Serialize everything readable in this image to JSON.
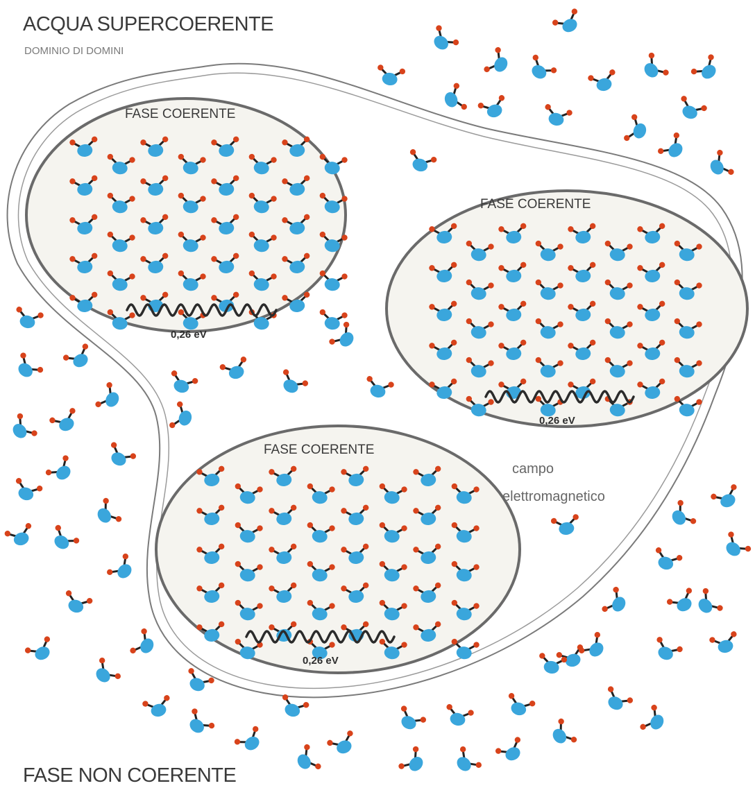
{
  "diagram": {
    "title": "ACQUA SUPERCOERENTE",
    "subtitle": "DOMINIO DI DOMINI",
    "domains": [
      {
        "label": "FASE COERENTE",
        "energy": "0,26 eV"
      },
      {
        "label": "FASE COERENTE",
        "energy": "0,26 eV"
      },
      {
        "label": "FASE COERENTE",
        "energy": "0,26 eV"
      }
    ],
    "field_label_line1": "campo",
    "field_label_line2": "elettromagnetico",
    "bottom_label": "FASE NON COERENTE"
  },
  "colors": {
    "oxygen": "#3aa6dc",
    "hydrogen": "#d8431b",
    "outline": "#6a6a6a",
    "domain_fill": "#f5f4ef",
    "wave": "#2b2b2b"
  },
  "icons": {
    "molecule": "water-molecule-icon",
    "wave": "wave-icon"
  }
}
